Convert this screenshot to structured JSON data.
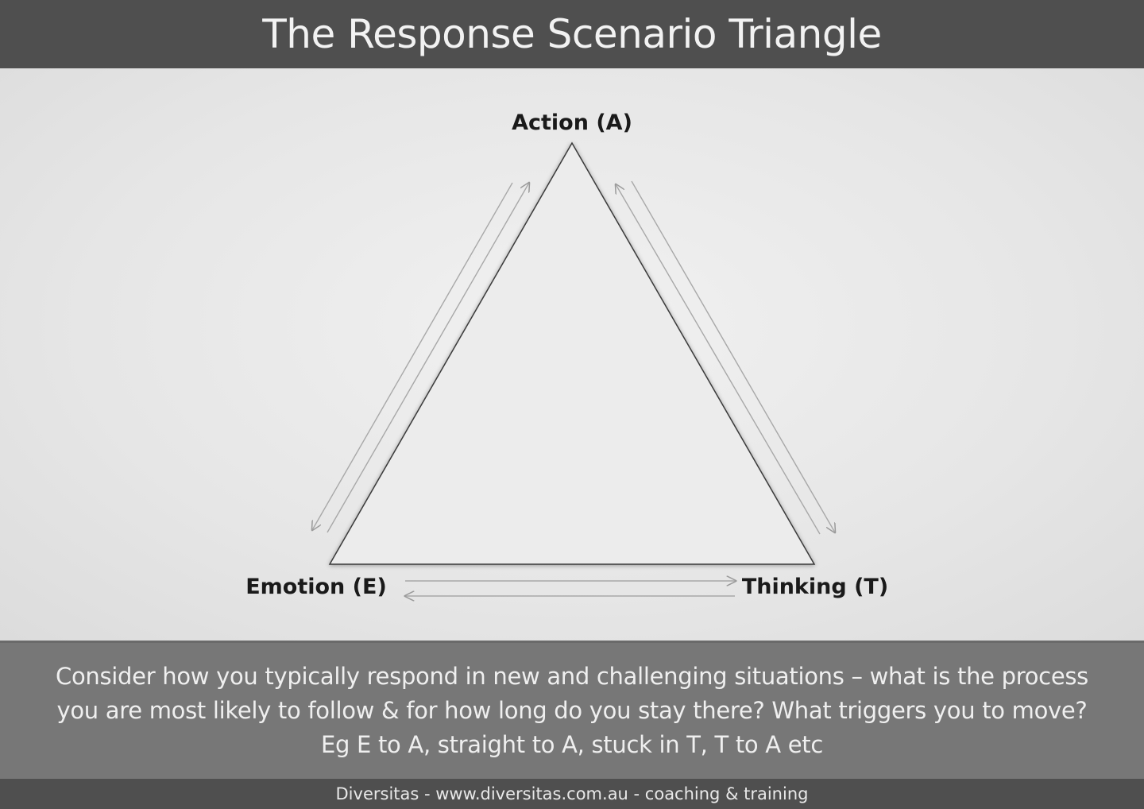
{
  "header": {
    "title": "The Response Scenario Triangle"
  },
  "diagram": {
    "vertices": {
      "top": "Action (A)",
      "left": "Emotion (E)",
      "right": "Thinking (T)"
    },
    "arrows": [
      {
        "from": "Emotion (E)",
        "to": "Action (A)"
      },
      {
        "from": "Action (A)",
        "to": "Emotion (E)"
      },
      {
        "from": "Thinking (T)",
        "to": "Action (A)"
      },
      {
        "from": "Action (A)",
        "to": "Thinking (T)"
      },
      {
        "from": "Emotion (E)",
        "to": "Thinking (T)"
      },
      {
        "from": "Thinking (T)",
        "to": "Emotion (E)"
      }
    ]
  },
  "prompt": {
    "lines": [
      "Consider how you typically respond in new and challenging situations – what is the process",
      "you are most likely to follow & for how long do you stay there? What triggers you to move?",
      "Eg  E to A, straight to A, stuck in T, T to A etc"
    ]
  },
  "footer": {
    "text": "Diversitas - www.diversitas.com.au - coaching & training"
  },
  "colors": {
    "bar": "#4f4f4f",
    "prompt_background": "#777777",
    "arrow": "#a8a8a8",
    "triangle_stroke": "#3a3a3a"
  }
}
